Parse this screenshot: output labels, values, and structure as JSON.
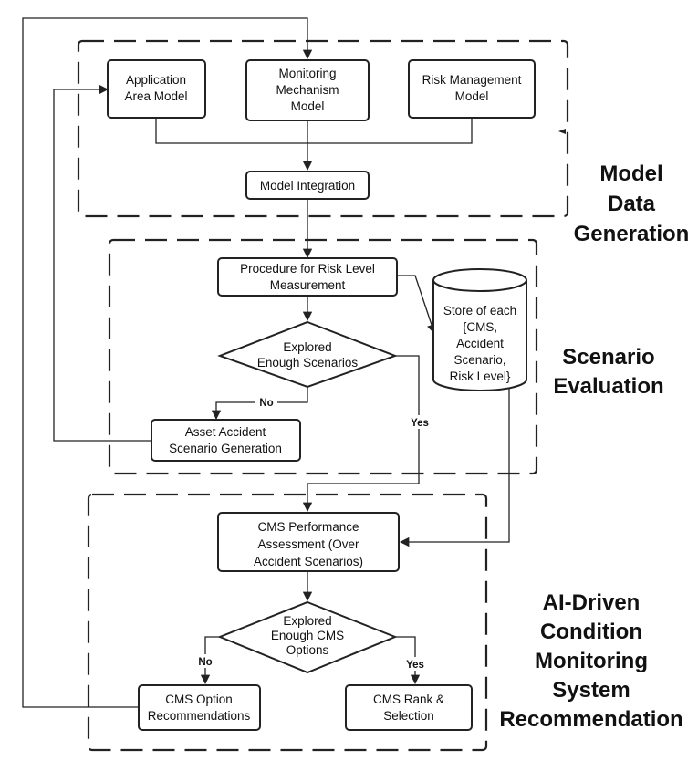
{
  "sections": {
    "model_data_generation": {
      "lines": [
        "Model",
        "Data",
        "Generation"
      ]
    },
    "scenario_evaluation": {
      "lines": [
        "Scenario",
        "Evaluation"
      ]
    },
    "ai_driven": {
      "lines": [
        "AI-Driven",
        "Condition",
        "Monitoring",
        "System",
        "Recommendation"
      ]
    }
  },
  "nodes": {
    "application_area_model": {
      "lines": [
        "Application",
        "Area Model"
      ]
    },
    "monitoring_mechanism_model": {
      "lines": [
        "Monitoring",
        "Mechanism",
        "Model"
      ]
    },
    "risk_management_model": {
      "lines": [
        "Risk Management",
        "Model"
      ]
    },
    "model_integration": {
      "lines": [
        "Model Integration"
      ]
    },
    "procedure_risk_level": {
      "lines": [
        "Procedure for Risk Level",
        "Measurement"
      ]
    },
    "explored_enough_scenarios": {
      "lines": [
        "Explored",
        "Enough Scenarios"
      ]
    },
    "store": {
      "lines": [
        "Store of each",
        "{CMS,",
        "Accident",
        "Scenario,",
        "Risk Level}"
      ]
    },
    "asset_accident_scenario": {
      "lines": [
        "Asset Accident",
        "Scenario Generation"
      ]
    },
    "cms_performance": {
      "lines": [
        "CMS Performance",
        "Assessment (Over",
        "Accident Scenarios)"
      ]
    },
    "explored_enough_cms": {
      "lines": [
        "Explored",
        "Enough CMS",
        "Options"
      ]
    },
    "cms_option_recommendations": {
      "lines": [
        "CMS Option",
        "Recommendations"
      ]
    },
    "cms_rank_selection": {
      "lines": [
        "CMS Rank &",
        "Selection"
      ]
    }
  },
  "edge_labels": {
    "scenarios_no": "No",
    "scenarios_yes": "Yes",
    "cms_no": "No",
    "cms_yes": "Yes"
  }
}
